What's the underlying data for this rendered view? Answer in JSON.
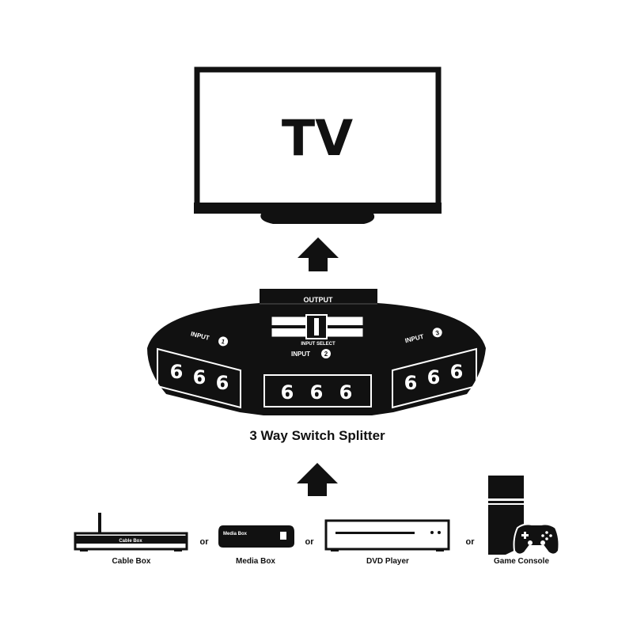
{
  "tv": {
    "label": "TV"
  },
  "splitter": {
    "output_label": "OUTPUT",
    "input_select_label": "INPUT SELECT",
    "inputs": [
      {
        "label": "INPUT",
        "number": "1",
        "jacks": [
          "6",
          "6",
          "6"
        ]
      },
      {
        "label": "INPUT",
        "number": "2",
        "jacks": [
          "6",
          "6",
          "6"
        ]
      },
      {
        "label": "INPUT",
        "number": "3",
        "jacks": [
          "6",
          "6",
          "6"
        ]
      }
    ]
  },
  "title": "3 Way Switch Splitter",
  "devices": {
    "cable_box": {
      "label": "Cable Box",
      "face_text": "Cable Box"
    },
    "media_box": {
      "label": "Media Box",
      "face_text": "Media Box"
    },
    "dvd_player": {
      "label": "DVD Player"
    },
    "game_console": {
      "label": "Game Console"
    }
  },
  "connector": "or",
  "colors": {
    "ink": "#111111",
    "background": "#ffffff"
  }
}
